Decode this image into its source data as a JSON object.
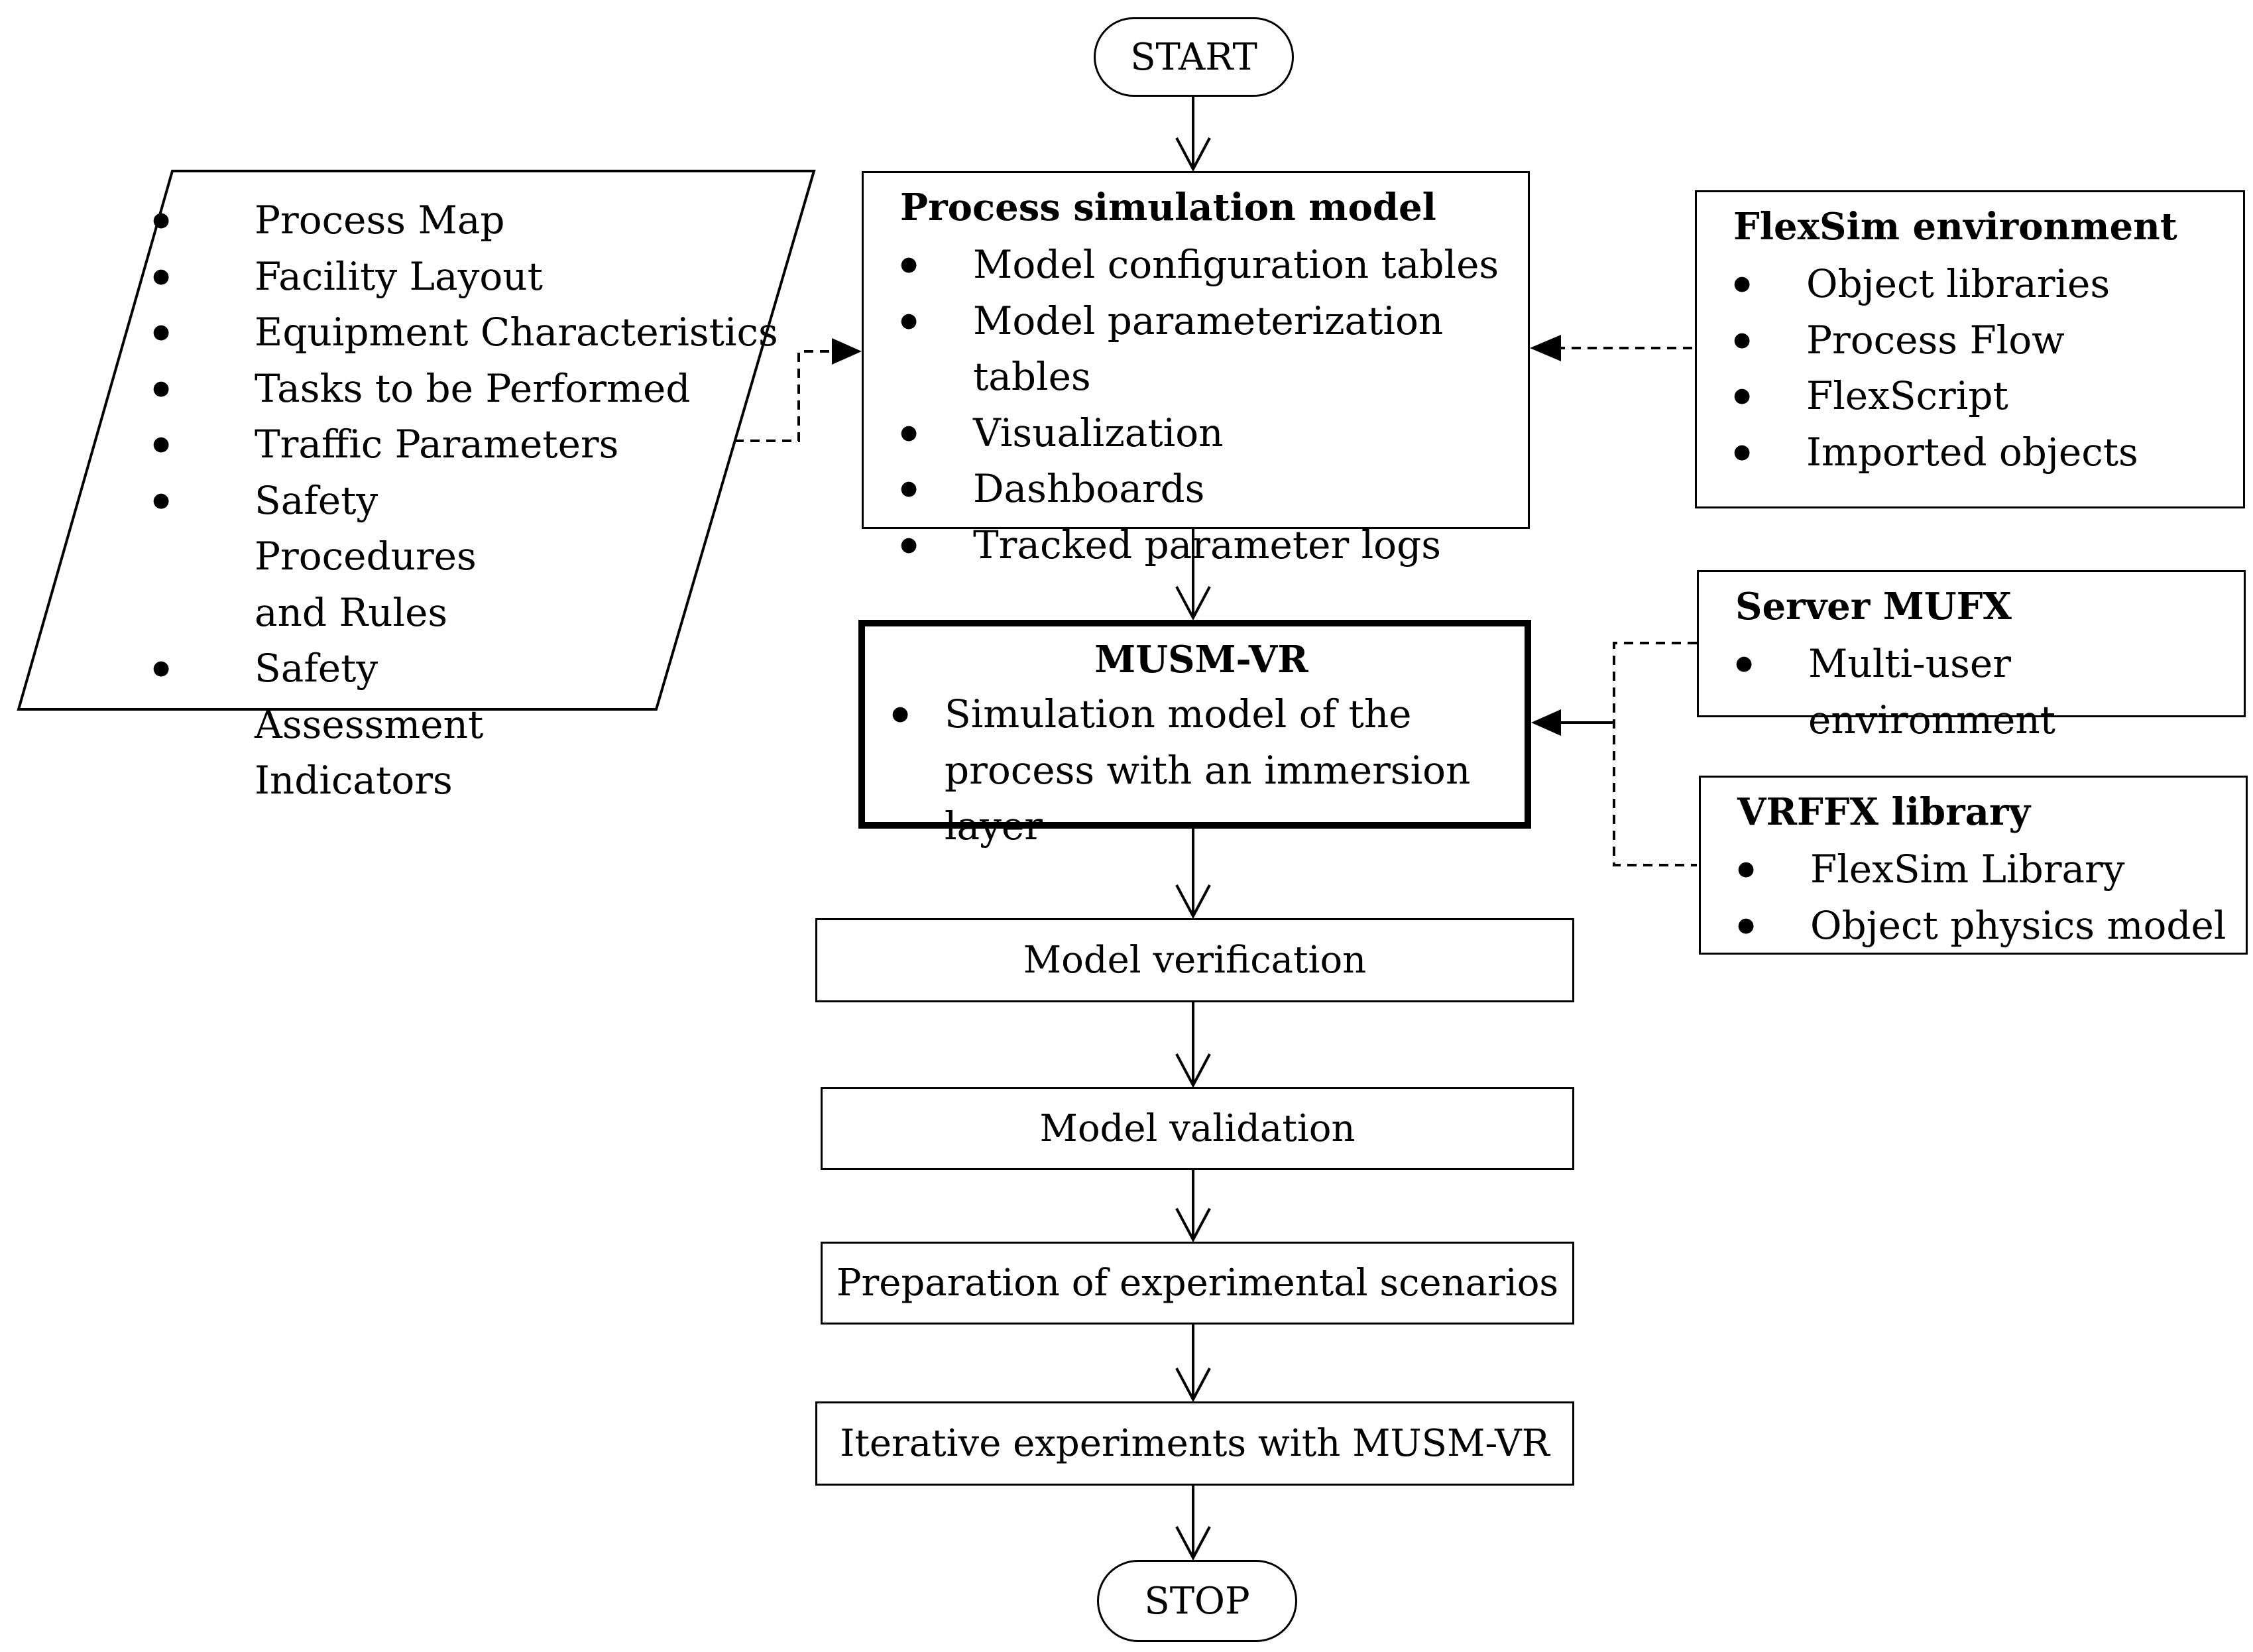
{
  "start": "START",
  "stop": "STOP",
  "inputs": {
    "items": [
      "Process Map",
      "Facility Layout",
      "Equipment Characteristics",
      "Tasks to be Performed",
      "Traffic Parameters",
      "Safety Procedures and Rules",
      "Safety Assessment Indicators"
    ]
  },
  "process_model": {
    "title": "Process simulation model",
    "items": [
      "Model configuration tables",
      "Model parameterization tables",
      "Visualization",
      "Dashboards",
      "Tracked parameter logs"
    ]
  },
  "flexsim": {
    "title": "FlexSim environment",
    "items": [
      "Object libraries",
      "Process Flow",
      "FlexScript",
      "Imported objects"
    ]
  },
  "musm_vr": {
    "title": "MUSM-VR",
    "items": [
      "Simulation model of the process with an immersion layer"
    ]
  },
  "server_mufx": {
    "title": "Server MUFX",
    "items": [
      "Multi-user environment"
    ]
  },
  "vrffx": {
    "title": "VRFFX library",
    "items": [
      "FlexSim Library",
      "Object physics model"
    ]
  },
  "steps": {
    "verification": "Model verification",
    "validation": "Model validation",
    "scenarios": "Preparation of experimental scenarios",
    "experiments": "Iterative experiments with MUSM-VR"
  }
}
